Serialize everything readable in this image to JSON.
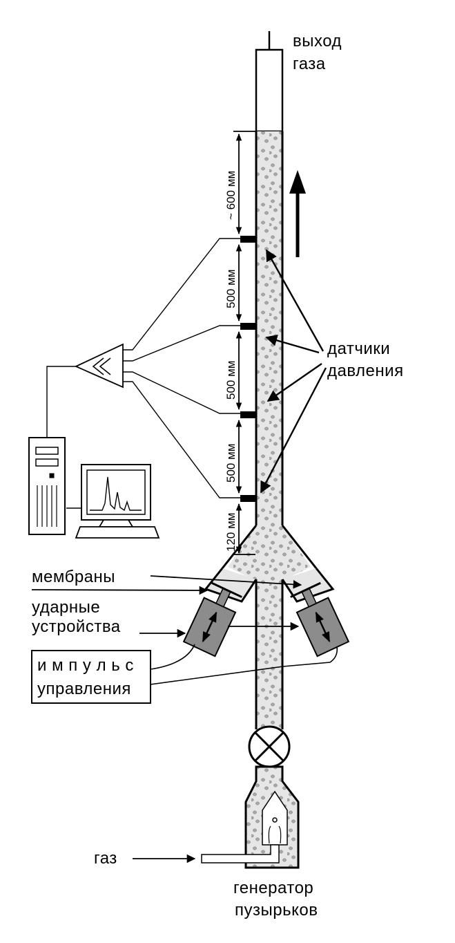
{
  "labels": {
    "gas_outlet_line1": "выход",
    "gas_outlet_line2": "газа",
    "sensors_line1": "датчики",
    "sensors_line2": "давления",
    "membranes": "мембраны",
    "impactors_line1": "ударные",
    "impactors_line2": "устройства",
    "control_line1": "и м п у л ь с",
    "control_line2": "управления",
    "gas_inlet": "газ",
    "generator_line1": "генератор",
    "generator_line2": "пузырьков"
  },
  "dimensions": {
    "d1": "~ 600 мм",
    "d2": "500 мм",
    "d3": "500 мм",
    "d4": "500 мм",
    "d5": "120 мм"
  },
  "colors": {
    "liquid": "#e6e6e6",
    "bubble": "#a8a8a8",
    "impactor": "#8c8c8c",
    "line": "#000000"
  }
}
